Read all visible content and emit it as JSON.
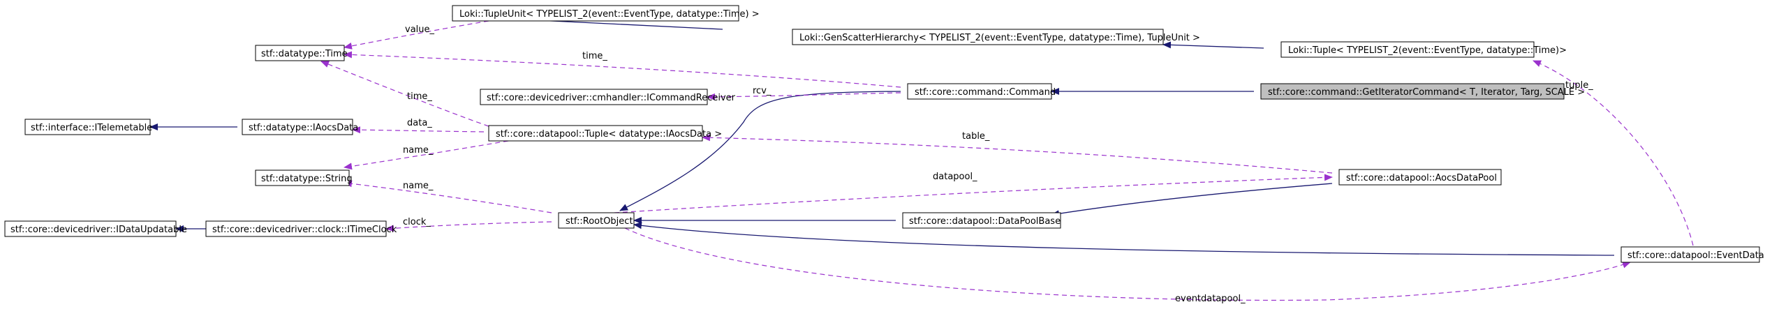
{
  "diagram": {
    "colors": {
      "inheritance": "#191970",
      "usage": "#9a32cd",
      "highlight_fill": "#bfbfbf"
    },
    "nodes": [
      {
        "id": "tupleunit",
        "label": "Loki::TupleUnit< TYPELIST_2(event::EventType, datatype::Time) >"
      },
      {
        "id": "genscatter",
        "label": "Loki::GenScatterHierarchy< TYPELIST_2(event::EventType, datatype::Time), TupleUnit >"
      },
      {
        "id": "lokituple",
        "label": "Loki::Tuple< TYPELIST_2(event::EventType, datatype::Time)>"
      },
      {
        "id": "time",
        "label": "stf::datatype::Time"
      },
      {
        "id": "icmdrecv",
        "label": "stf::core::devicedriver::cmhandler::ICommandReceiver"
      },
      {
        "id": "command",
        "label": "stf::core::command::Command"
      },
      {
        "id": "getiter",
        "label": "stf::core::command::GetIteratorCommand< T, Iterator, Targ, SCALE >"
      },
      {
        "id": "itelemetable",
        "label": "stf::interface::ITelemetable"
      },
      {
        "id": "iaocsdata",
        "label": "stf::datatype::IAocsData"
      },
      {
        "id": "dptuple",
        "label": "stf::core::datapool::Tuple< datatype::IAocsData >"
      },
      {
        "id": "string",
        "label": "stf::datatype::String"
      },
      {
        "id": "aocsdatapool",
        "label": "stf::core::datapool::AocsDataPool"
      },
      {
        "id": "idataupdatable",
        "label": "stf::core::devicedriver::IDataUpdatable"
      },
      {
        "id": "itimeclock",
        "label": "stf::core::devicedriver::clock::ITimeClock"
      },
      {
        "id": "rootobject",
        "label": "stf::RootObject"
      },
      {
        "id": "datapoolbase",
        "label": "stf::core::datapool::DataPoolBase"
      },
      {
        "id": "eventdatapool",
        "label": "stf::core::datapool::EventDataPool"
      }
    ],
    "edge_labels": [
      {
        "id": "value",
        "text": "value_"
      },
      {
        "id": "time_cmd",
        "text": "time_"
      },
      {
        "id": "rcv",
        "text": "rcv_"
      },
      {
        "id": "time_tuple",
        "text": "time_"
      },
      {
        "id": "data",
        "text": "data_"
      },
      {
        "id": "name_tuple",
        "text": "name_"
      },
      {
        "id": "table",
        "text": "table_"
      },
      {
        "id": "name_root",
        "text": "name_"
      },
      {
        "id": "datapool",
        "text": "datapool_"
      },
      {
        "id": "clock",
        "text": "clock_"
      },
      {
        "id": "tuple",
        "text": "tuple_"
      },
      {
        "id": "eventdatapool",
        "text": "eventdatapool_"
      }
    ]
  }
}
